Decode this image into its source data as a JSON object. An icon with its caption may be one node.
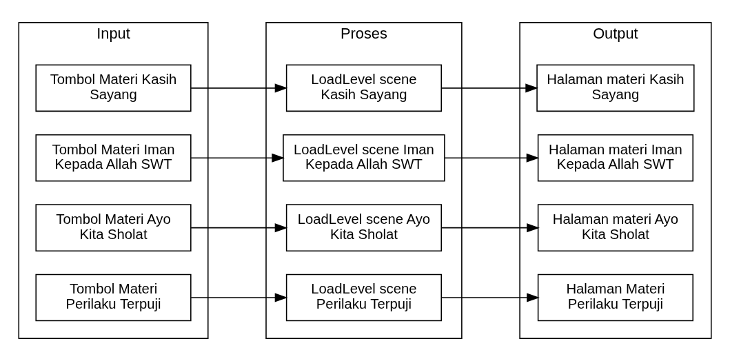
{
  "diagram": {
    "nodes": [
      {
        "text": [
          "Input"
        ]
      },
      {
        "text": [
          "Tombol Materi Kasih Sayang"
        ],
        "in": 0
      },
      {
        "text": [
          "Tombol Materi Iman Kepada Allah SWT"
        ],
        "in": 0
      },
      {
        "text": [
          "Tombol Materi Ayo Kita Sholat"
        ],
        "in": 0
      },
      {
        "text": [
          "Tombol Materi Perilaku Terpuji"
        ],
        "in": 0
      },
      {
        "text": [
          "Proses"
        ]
      },
      {
        "text": [
          "LoadLevel scene Kasih Sayang"
        ],
        "in": 5
      },
      {
        "text": [
          "LoadLevel scene Iman Kepada Allah SWT"
        ],
        "in": 5
      },
      {
        "text": [
          "LoadLevel scene Ayo Kita Sholat"
        ],
        "in": 5
      },
      {
        "text": [
          "LoadLevel scene Perilaku Terpuji"
        ],
        "in": 5
      },
      {
        "text": [
          "Output"
        ]
      },
      {
        "text": [
          "Halaman materi Kasih Sayang"
        ],
        "in": 10
      },
      {
        "text": [
          "Halaman materi Iman Kepada Allah SWT"
        ],
        "in": 10
      },
      {
        "text": [
          "Halaman materi Ayo Kita Sholat"
        ],
        "in": 10
      },
      {
        "text": [
          "Halaman Materi Perilaku Terpuji"
        ],
        "in": 10
      }
    ],
    "edges": [
      {
        "from": 1,
        "to": 6,
        "arrow": "to"
      },
      {
        "from": 2,
        "to": 7,
        "arrow": "to"
      },
      {
        "from": 3,
        "to": 8,
        "arrow": "to"
      },
      {
        "from": 4,
        "to": 9,
        "arrow": "to"
      },
      {
        "from": 6,
        "to": 11,
        "arrow": "to"
      },
      {
        "from": 7,
        "to": 12,
        "arrow": "to"
      },
      {
        "from": 8,
        "to": 13,
        "arrow": "to"
      },
      {
        "from": 9,
        "to": 14,
        "arrow": "to"
      }
    ]
  }
}
